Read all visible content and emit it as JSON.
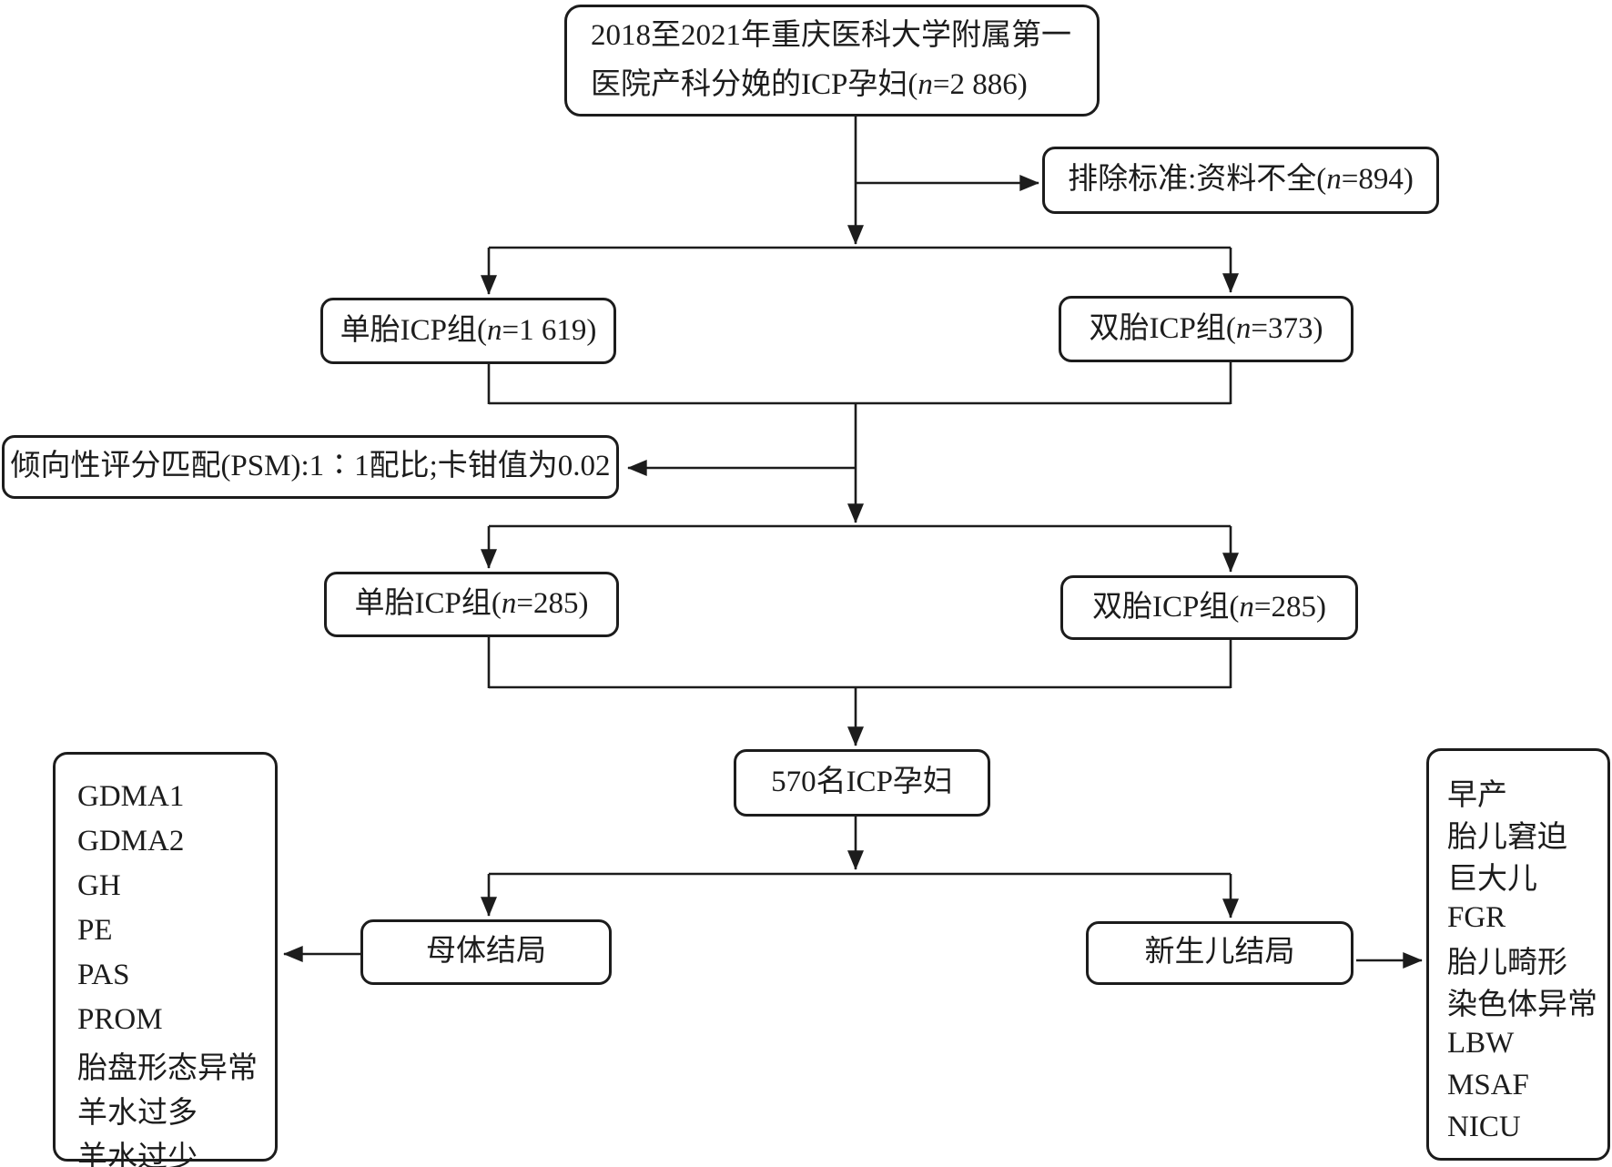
{
  "palette": {
    "ink": "#1c1c1c",
    "background": "#ffffff"
  },
  "boxes": {
    "source": {
      "line1": "2018至2021年重庆医科大学附属第一",
      "line2_pre": "医院产科分娩的ICP孕妇(",
      "var": "n",
      "line2_post": "=2 886)"
    },
    "exclusion": {
      "pre": "排除标准:资料不全(",
      "var": "n",
      "post": "=894)"
    },
    "singleton_initial": {
      "pre": "单胎ICP组(",
      "var": "n",
      "post": "=1 619)"
    },
    "twin_initial": {
      "pre": "双胎ICP组(",
      "var": "n",
      "post": "=373)"
    },
    "psm": {
      "label": "倾向性评分匹配(PSM):1∶1配比;卡钳值为0.02"
    },
    "singleton_matched": {
      "pre": "单胎ICP组(",
      "var": "n",
      "post": "=285)"
    },
    "twin_matched": {
      "pre": "双胎ICP组(",
      "var": "n",
      "post": "=285)"
    },
    "total": {
      "label": "570名ICP孕妇"
    },
    "maternal": {
      "label": "母体结局"
    },
    "neonatal": {
      "label": "新生儿结局"
    }
  },
  "maternal_outcomes": {
    "items": [
      "GDMA1",
      "GDMA2",
      "GH",
      "PE",
      "PAS",
      "PROM",
      "胎盘形态异常",
      "羊水过多",
      "羊水过少"
    ]
  },
  "neonatal_outcomes": {
    "items": [
      "早产",
      "胎儿窘迫",
      "巨大儿",
      "FGR",
      "胎儿畸形",
      "染色体异常",
      "LBW",
      "MSAF",
      "NICU"
    ]
  }
}
